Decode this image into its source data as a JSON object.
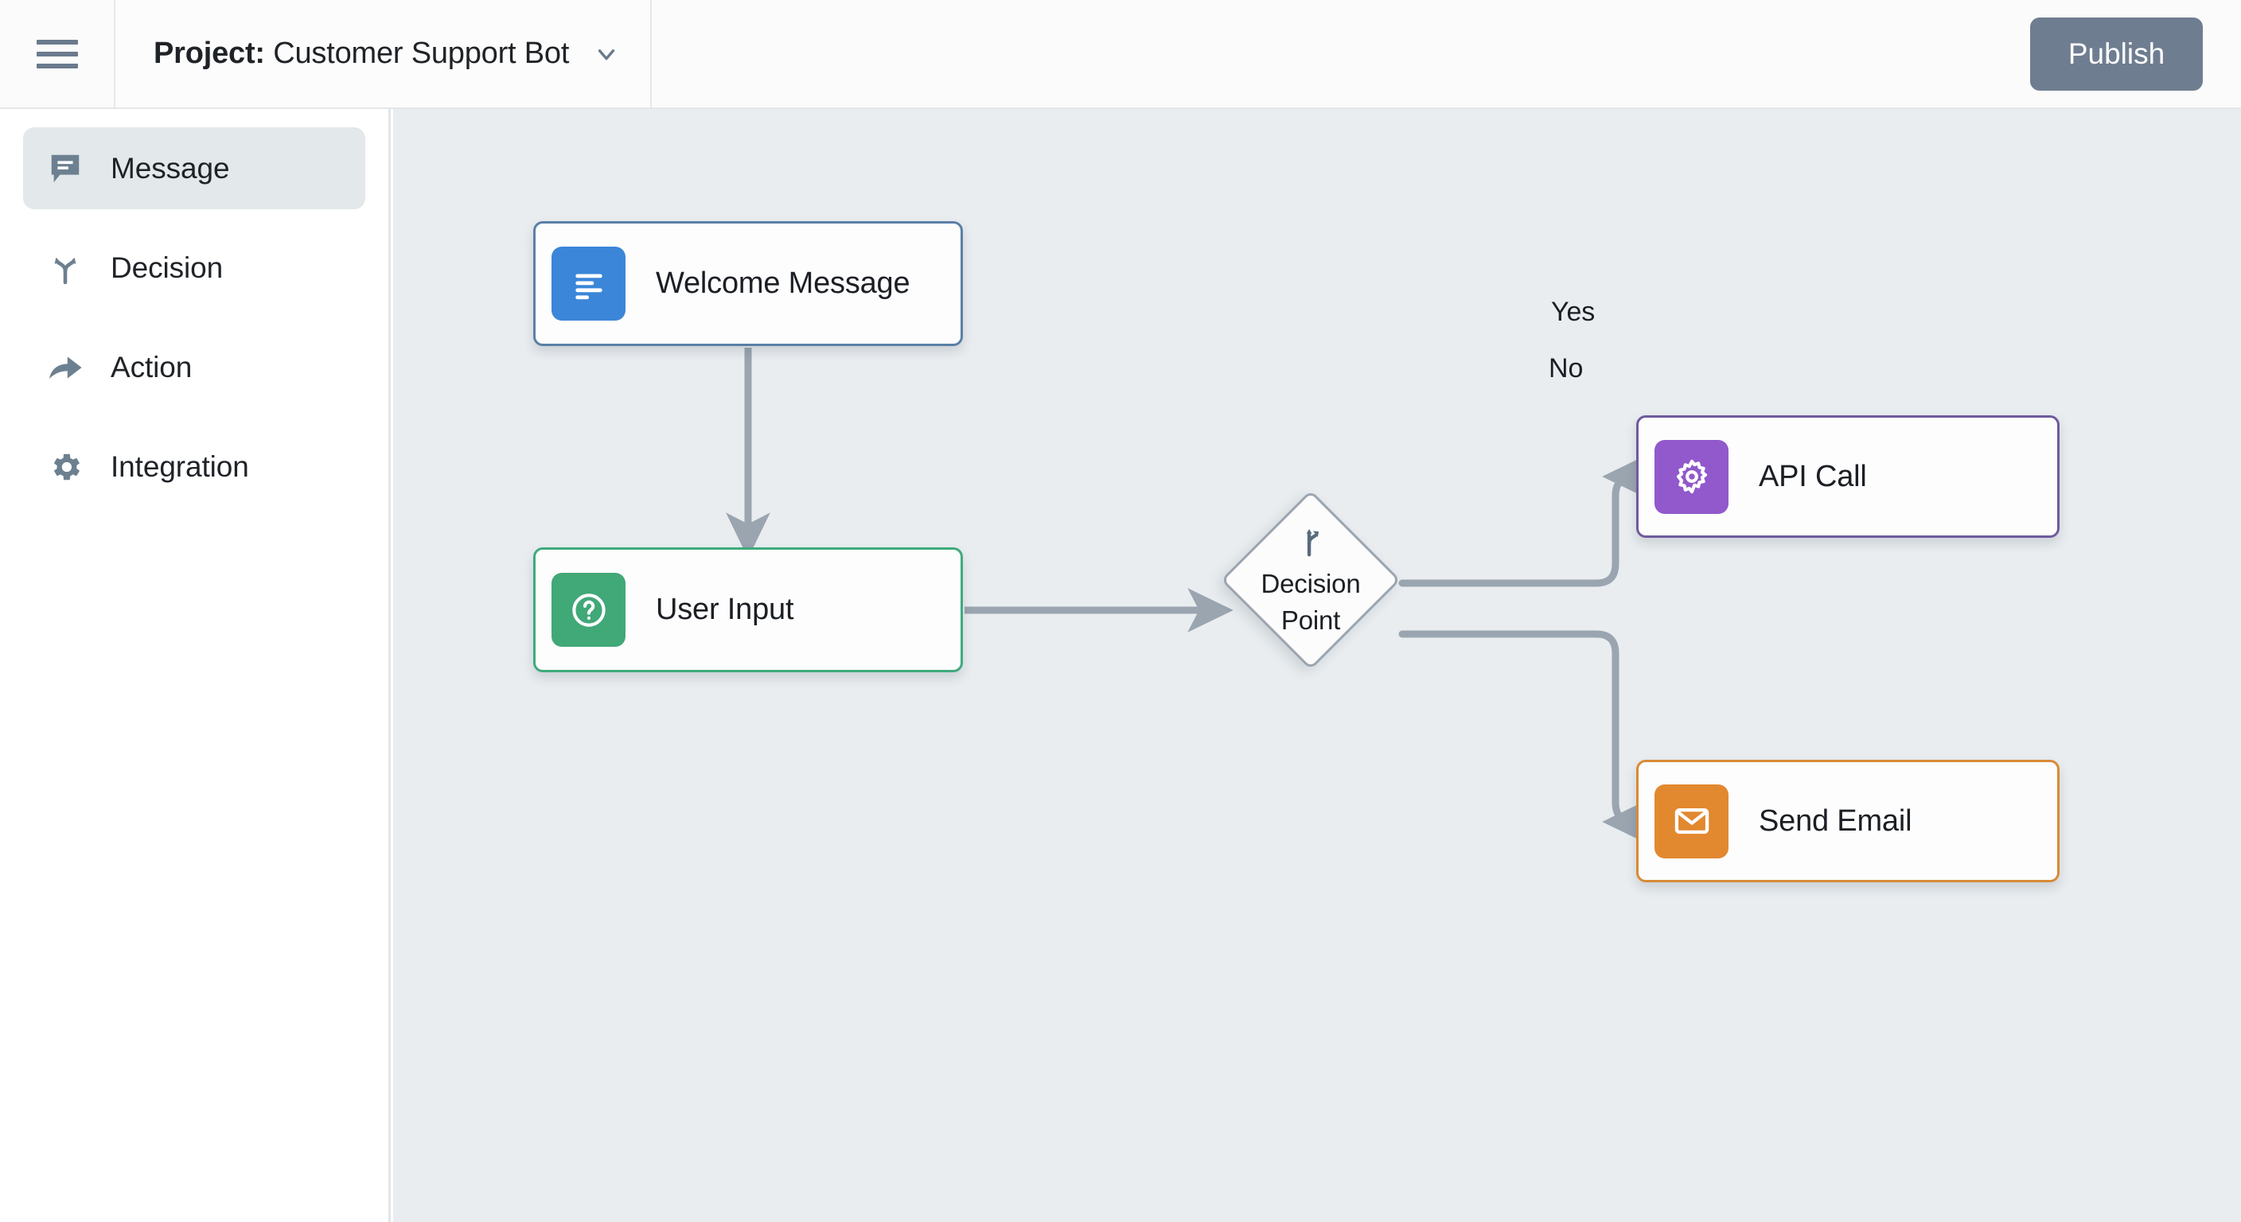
{
  "header": {
    "menu_icon": "hamburger-menu-icon",
    "project_prefix": "Project:",
    "project_name": "Customer Support Bot",
    "dropdown_icon": "chevron-down-icon",
    "publish_label": "Publish",
    "publish_color": "#6f7d90"
  },
  "sidebar": {
    "items": [
      {
        "label": "Message",
        "icon": "chat-bubble-icon",
        "active": true
      },
      {
        "label": "Decision",
        "icon": "branch-arrow-icon",
        "active": false
      },
      {
        "label": "Action",
        "icon": "curved-arrow-icon",
        "active": false
      },
      {
        "label": "Integration",
        "icon": "gear-icon",
        "active": false
      }
    ],
    "active_background": "#e3e8ea",
    "icon_color": "#6d8090"
  },
  "canvas": {
    "background": "#e9edf0",
    "connector_color": "#9aa5b0",
    "nodes": [
      {
        "id": "welcome",
        "label": "Welcome Message",
        "icon": "text-lines-icon",
        "icon_color": "#3b86d8",
        "border_color": "#5b7fa6"
      },
      {
        "id": "userinput",
        "label": "User Input",
        "icon": "question-circle-icon",
        "icon_color": "#41a878",
        "border_color": "#3faa7c"
      },
      {
        "id": "apicall",
        "label": "API Call",
        "icon": "gear-icon",
        "icon_color": "#9159cc",
        "border_color": "#6f5a9e"
      },
      {
        "id": "sendemail",
        "label": "Send Email",
        "icon": "envelope-icon",
        "icon_color": "#e2882f",
        "border_color": "#d98a37"
      }
    ],
    "decision": {
      "label_line1": "Decision",
      "label_line2": "Point",
      "icon": "branch-arrow-icon",
      "border_color": "#9aa5b0"
    },
    "edges": [
      {
        "from": "welcome",
        "to": "userinput",
        "label": ""
      },
      {
        "from": "userinput",
        "to": "decision",
        "label": ""
      },
      {
        "from": "decision",
        "to": "apicall",
        "label": "Yes"
      },
      {
        "from": "decision",
        "to": "sendemail",
        "label": "No"
      }
    ],
    "edge_label_yes": "Yes",
    "edge_label_no": "No"
  }
}
